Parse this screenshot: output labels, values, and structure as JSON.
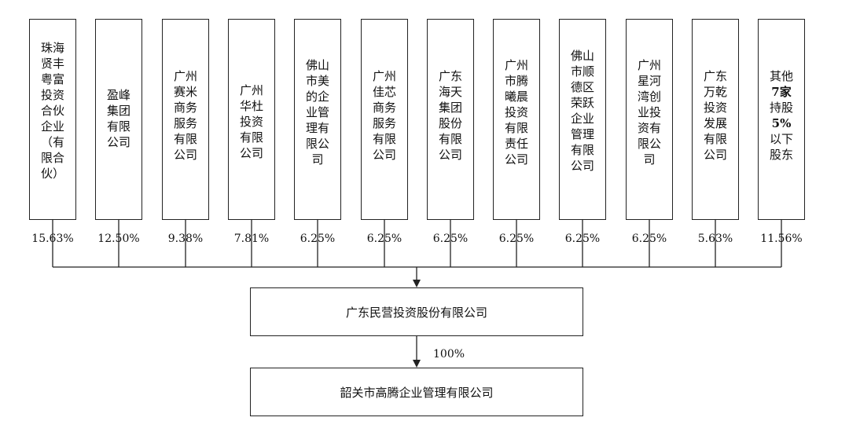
{
  "shareholders": [
    {
      "lines": [
        "珠海",
        "贤丰",
        "粤富",
        "投资",
        "合伙",
        "企业",
        "（有",
        "限合",
        "伙）"
      ],
      "pct": "15.63%"
    },
    {
      "lines": [
        "盈峰",
        "集团",
        "有限",
        "公司"
      ],
      "pct": "12.50%"
    },
    {
      "lines": [
        "广州",
        "赛米",
        "商务",
        "服务",
        "有限",
        "公司"
      ],
      "pct": "9.38%"
    },
    {
      "lines": [
        "广州",
        "华杜",
        "投资",
        "有限",
        "公司"
      ],
      "pct": "7.81%"
    },
    {
      "lines": [
        "佛山",
        "市美",
        "的企",
        "业管",
        "理有",
        "限公",
        "司"
      ],
      "pct": "6.25%"
    },
    {
      "lines": [
        "广州",
        "佳芯",
        "商务",
        "服务",
        "有限",
        "公司"
      ],
      "pct": "6.25%"
    },
    {
      "lines": [
        "广东",
        "海天",
        "集团",
        "股份",
        "有限",
        "公司"
      ],
      "pct": "6.25%"
    },
    {
      "lines": [
        "广州",
        "市腾",
        "曦晨",
        "投资",
        "有限",
        "责任",
        "公司"
      ],
      "pct": "6.25%"
    },
    {
      "lines": [
        "佛山",
        "市顺",
        "德区",
        "荣跃",
        "企业",
        "管理",
        "有限",
        "公司"
      ],
      "pct": "6.25%"
    },
    {
      "lines": [
        "广州",
        "星河",
        "湾创",
        "业投",
        "资有",
        "限公",
        "司"
      ],
      "pct": "6.25%"
    },
    {
      "lines": [
        "广东",
        "万乾",
        "投资",
        "发展",
        "有限",
        "公司"
      ],
      "pct": "5.63%"
    },
    {
      "lines": [
        "其他",
        "7家",
        "持股",
        "5%",
        "以下",
        "股东"
      ],
      "pct": "11.56%"
    }
  ],
  "holdco": {
    "name": "广东民营投资股份有限公司"
  },
  "holdco_to_target_pct": "100%",
  "target": {
    "name": "韶关市高腾企业管理有限公司"
  }
}
